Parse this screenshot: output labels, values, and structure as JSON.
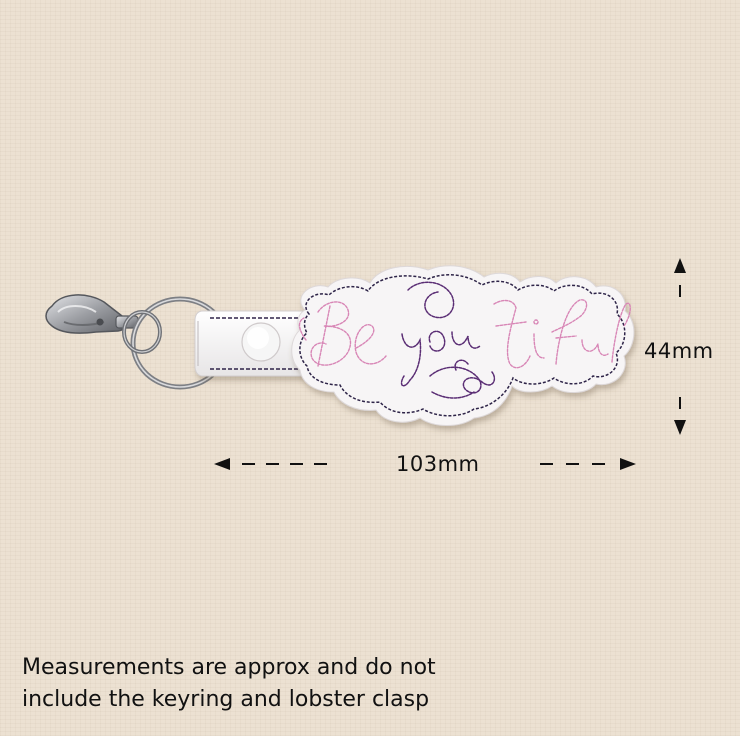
{
  "product": {
    "text_be": "Be",
    "text_you": "you",
    "text_tiful": "tiful"
  },
  "dimensions": {
    "height_label": "44mm",
    "width_label": "103mm"
  },
  "disclaimer": {
    "line1": "Measurements are approx and do not",
    "line2": "include the keyring and lobster clasp"
  },
  "colors": {
    "background": "#ece1d2",
    "vinyl": "#f7f5f6",
    "outline_stitch": "#2e2448",
    "pink_thread": "#d886b6",
    "purple_thread": "#5a2d74",
    "metal": "#9a9ca0"
  },
  "icons": {
    "height_arrows": "arrow-up-down-icon",
    "width_arrows": "arrow-left-right-icon"
  }
}
